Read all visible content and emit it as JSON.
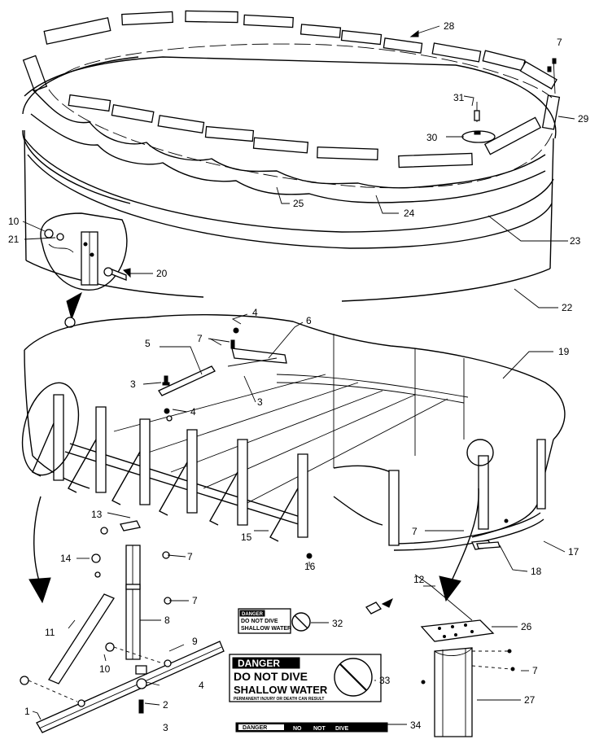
{
  "callouts": {
    "c1": "1",
    "c2": "2",
    "c3a": "3",
    "c3b": "3",
    "c3c": "3",
    "c4a": "4",
    "c4b": "4",
    "c4c": "4",
    "c5": "5",
    "c6": "6",
    "c7a": "7",
    "c7b": "7",
    "c7c": "7",
    "c7d": "7",
    "c7e": "7",
    "c7f": "7",
    "c8": "8",
    "c9": "9",
    "c10a": "10",
    "c10b": "10",
    "c11": "11",
    "c12": "12",
    "c13": "13",
    "c14": "14",
    "c15": "15",
    "c16": "16",
    "c17": "17",
    "c18": "18",
    "c19": "19",
    "c20": "20",
    "c21": "21",
    "c22": "22",
    "c23": "23",
    "c24": "24",
    "c25": "25",
    "c26": "26",
    "c27": "27",
    "c28": "28",
    "c29": "29",
    "c30": "30",
    "c31": "31",
    "c32": "32",
    "c33": "33",
    "c34": "34"
  },
  "signs": {
    "small": {
      "header": "DANGER",
      "line1": "DO NOT DIVE",
      "line2": "SHALLOW WATER"
    },
    "large": {
      "header": "DANGER",
      "line1": "DO NOT DIVE",
      "line2": "SHALLOW WATER",
      "footer": "PERMANENT INJURY OR DEATH CAN RESULT"
    },
    "strip": {
      "header": "DANGER",
      "w1": "NO",
      "w2": "NOT",
      "w3": "DIVE"
    }
  }
}
